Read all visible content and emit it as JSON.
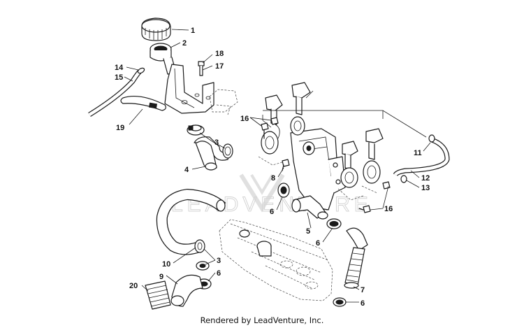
{
  "callouts": [
    "1",
    "2",
    "3",
    "4",
    "5",
    "6",
    "7",
    "8",
    "9",
    "10",
    "11",
    "12",
    "13",
    "14",
    "15",
    "16",
    "17",
    "18",
    "19",
    "20"
  ],
  "watermark": "LEADVENTURE",
  "footer": "Rendered by LeadVenture, Inc."
}
